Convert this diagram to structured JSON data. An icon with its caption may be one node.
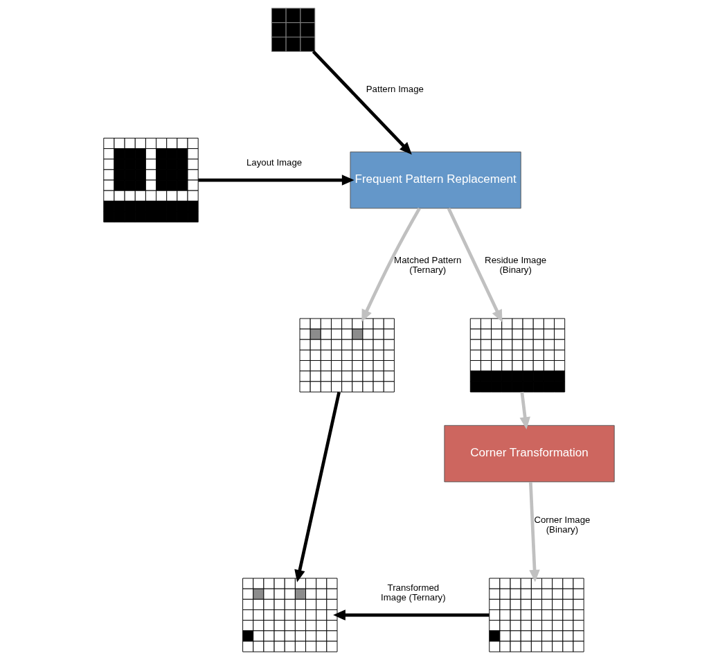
{
  "diagram": {
    "nodes": [
      {
        "text": [],
        "shape": "picture"
      },
      {
        "text": [],
        "shape": "picture"
      },
      {
        "text": [
          "Frequent Pattern Replacement"
        ]
      },
      {
        "text": [],
        "shape": "picture"
      },
      {
        "text": [],
        "shape": "picture"
      },
      {
        "text": [
          "Corner Transformation"
        ]
      },
      {
        "text": [],
        "shape": "picture"
      },
      {
        "text": [],
        "shape": "picture"
      }
    ],
    "edges": [
      {
        "from": 0,
        "to": 2,
        "arrow": "to",
        "label": "Pattern Image",
        "color": "#000000"
      },
      {
        "from": 1,
        "to": 2,
        "arrow": "to",
        "label": "Layout Image",
        "color": "#000000"
      },
      {
        "from": 2,
        "to": 3,
        "arrow": "to",
        "label": "Matched Pattern (Ternary)",
        "color": "#c0c0c0"
      },
      {
        "from": 2,
        "to": 4,
        "arrow": "to",
        "label": "Residue Image (Binary)",
        "color": "#c0c0c0"
      },
      {
        "from": 4,
        "to": 5,
        "arrow": "to",
        "color": "#c0c0c0"
      },
      {
        "from": 5,
        "to": 7,
        "arrow": "to",
        "label": "Corner Image (Binary)",
        "color": "#c0c0c0"
      },
      {
        "from": 3,
        "to": 6,
        "arrow": "to",
        "color": "#000000"
      },
      {
        "from": 7,
        "to": 6,
        "arrow": "to",
        "label": "Transformed Image (Ternary)",
        "color": "#000000"
      }
    ]
  }
}
